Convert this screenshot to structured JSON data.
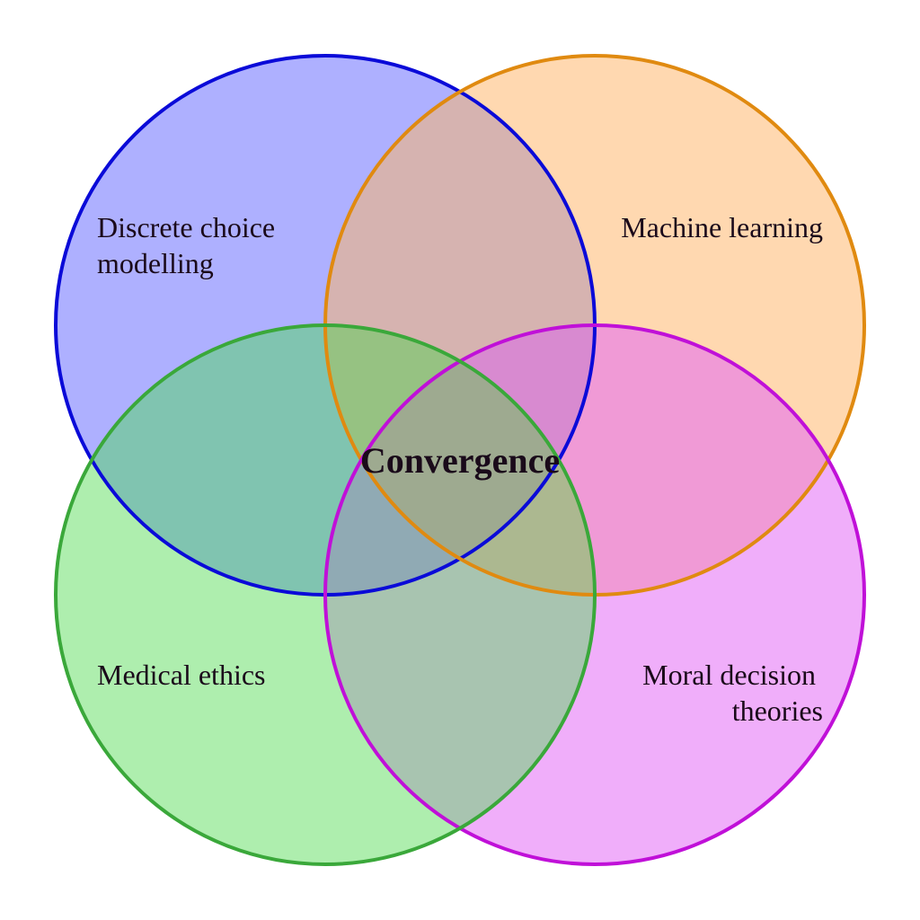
{
  "diagram": {
    "type": "venn",
    "center_label": "Convergence",
    "sets": [
      {
        "id": "discrete-choice",
        "lines": [
          "Discrete choice",
          "modelling"
        ],
        "fill": "#aeb0ff",
        "stroke": "#0a0ad8"
      },
      {
        "id": "machine-learning",
        "lines": [
          "Machine learning"
        ],
        "fill": "#ffd8b0",
        "stroke": "#e08a10"
      },
      {
        "id": "medical-ethics",
        "lines": [
          "Medical ethics"
        ],
        "fill": "#aeeeae",
        "stroke": "#3aa83a"
      },
      {
        "id": "moral-decision",
        "lines": [
          "Moral decision",
          "theories"
        ],
        "fill": "#f0aefa",
        "stroke": "#c010d8"
      }
    ]
  }
}
